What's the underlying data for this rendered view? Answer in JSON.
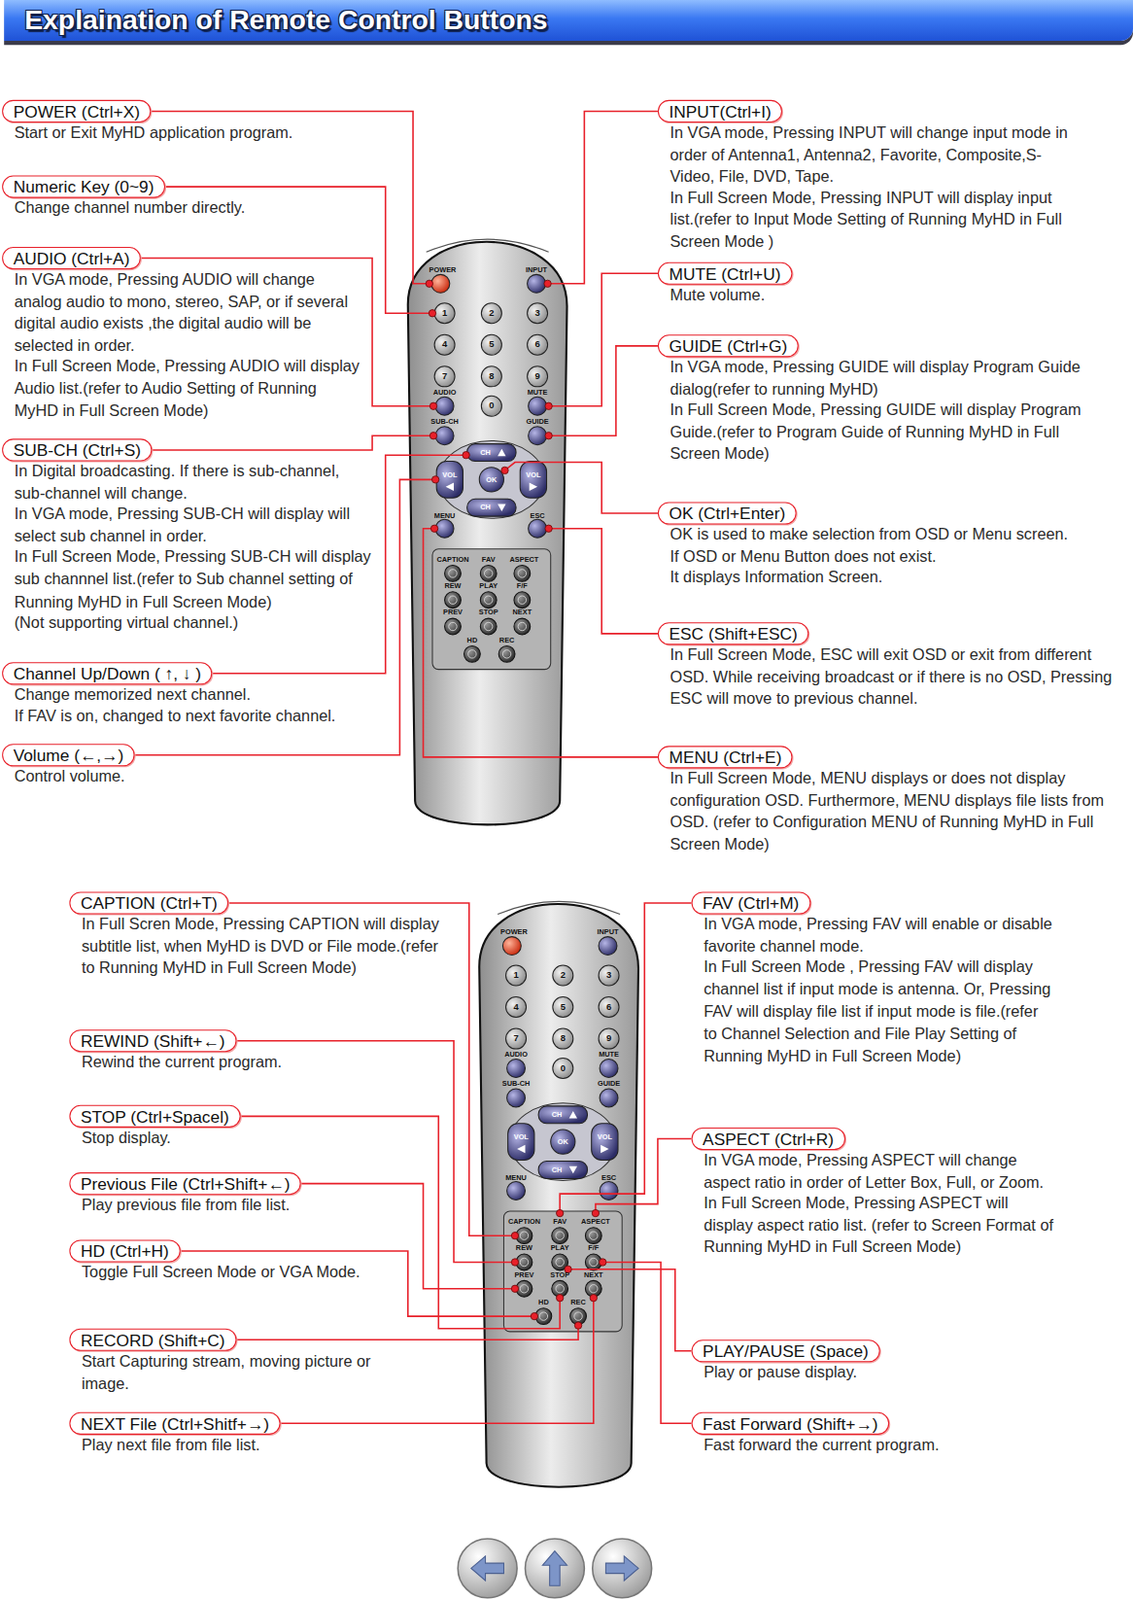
{
  "diagram": {
    "title": "Explaination of Remote Control Buttons",
    "nodes": [
      {
        "text": [
          "POWER (Ctrl+X)",
          "Start or Exit MyHD application program."
        ]
      },
      {
        "text": [
          "Numeric Key (0~9)",
          "Change channel number directly."
        ]
      },
      {
        "text": [
          "AUDIO (Ctrl+A)",
          "In VGA mode, Pressing AUDIO will change analog audio to mono, stereo, SAP, or if several digital audio exists ,the digital audio will be selected in order.",
          "In Full Screen Mode, Pressing AUDIO will display Audio list.(refer to Audio Setting of Running MyHD in Full Screen Mode)"
        ]
      },
      {
        "text": [
          "SUB-CH (Ctrl+S)",
          "In Digital broadcasting. If there is sub-channel, sub-channel will change.",
          "In VGA mode, Pressing SUB-CH will display will select sub channel in order.",
          "In Full Screen Mode, Pressing SUB-CH will display sub channnel list.(refer to Sub channel setting of Running MyHD in Full Screen Mode)",
          "(Not supporting virtual channel.)"
        ]
      },
      {
        "text": [
          "Channel Up/Down ( ↑, ↓ )",
          "Change memorized next channel.",
          "If FAV is on, changed to next favorite channel."
        ]
      },
      {
        "text": [
          "Volume (←,→)",
          "Control volume."
        ]
      },
      {
        "text": [
          "INPUT(Ctrl+I)",
          "In VGA mode, Pressing INPUT will change input mode in order of Antenna1, Antenna2, Favorite, Composite,S-Video, File, DVD, Tape.",
          "In Full Screen Mode, Pressing INPUT will display input list.(refer to Input Mode Setting of Running MyHD in Full Screen Mode )"
        ]
      },
      {
        "text": [
          "MUTE (Ctrl+U)",
          "Mute volume."
        ]
      },
      {
        "text": [
          "GUIDE (Ctrl+G)",
          "In VGA mode, Pressing GUIDE will display Program Guide dialog(refer to running MyHD)",
          "In Full Screen Mode, Pressing GUIDE will display Program Guide.(refer to Program Guide of Running MyHD in Full Screen Mode)"
        ]
      },
      {
        "text": [
          "OK (Ctrl+Enter)",
          "OK is used to make selection from OSD or Menu screen. If OSD or Menu Button does not exist.",
          "It displays Information Screen."
        ]
      },
      {
        "text": [
          "ESC (Shift+ESC)",
          "In Full Screen Mode, ESC will exit OSD or exit from different OSD. While receiving broadcast or if there is no OSD, Pressing ESC will move to previous channel."
        ]
      },
      {
        "text": [
          "MENU (Ctrl+E)",
          "In Full Screen Mode, MENU displays or does not display configuration OSD. Furthermore, MENU displays file lists from OSD. (refer to Configuration MENU of Running MyHD in Full Screen Mode)"
        ]
      },
      {
        "text": [
          "CAPTION (Ctrl+T)",
          "In Full Scren Mode, Pressing CAPTION will display subtitle list, when MyHD is DVD or File mode.(refer to Running MyHD in Full Screen Mode)"
        ]
      },
      {
        "text": [
          "REWIND (Shift+←)",
          "Rewind the current program."
        ]
      },
      {
        "text": [
          "STOP (Ctrl+Spacel)",
          "Stop display."
        ]
      },
      {
        "text": [
          "Previous File (Ctrl+Shift+←)",
          "Play previous file from file list."
        ]
      },
      {
        "text": [
          "HD (Ctrl+H)",
          "Toggle Full Screen Mode or VGA Mode."
        ]
      },
      {
        "text": [
          "RECORD (Shift+C)",
          "Start Capturing stream, moving picture or image."
        ]
      },
      {
        "text": [
          "NEXT File (Ctrl+Shitf+→)",
          "Play next file from file list."
        ]
      },
      {
        "text": [
          "FAV (Ctrl+M)",
          "In VGA mode, Pressing FAV will enable or disable favorite channel mode.",
          "In Full Screen Mode , Pressing FAV will display channel list if input mode is antenna. Or, Pressing FAV will display file list if input mode is file.(refer to Channel Selection and File Play Setting of Running MyHD in Full Screen Mode)"
        ]
      },
      {
        "text": [
          "ASPECT (Ctrl+R)",
          "In VGA mode, Pressing ASPECT will change aspect ratio in order of Letter Box, Full, or Zoom.",
          "In Full Screen Mode, Pressing ASPECT will display aspect ratio list. (refer to Screen Format of Running MyHD in Full Screen Mode)"
        ]
      },
      {
        "text": [
          "PLAY/PAUSE (Space)",
          "Play or pause display."
        ]
      },
      {
        "text": [
          "Fast Forward (Shift+→)",
          "Fast forward the current program."
        ]
      }
    ],
    "labels": [
      "POWER",
      "INPUT",
      "1",
      "2",
      "3",
      "4",
      "5",
      "6",
      "7",
      "8",
      "9",
      "AUDIO",
      "0",
      "MUTE",
      "SUB-CH",
      "GUIDE",
      "CH",
      "VOL",
      "OK",
      "VOL",
      "CH",
      "MENU",
      "ESC",
      "CAPTION",
      "FAV",
      "ASPECT",
      "REW",
      "PLAY",
      "F/F",
      "PREV",
      "STOP",
      "NEXT",
      "HD",
      "REC",
      "POWER",
      "INPUT",
      "1",
      "2",
      "3",
      "4",
      "5",
      "6",
      "7",
      "8",
      "9",
      "AUDIO",
      "0",
      "MUTE",
      "SUB-CH",
      "GUIDE",
      "CH",
      "VOL",
      "OK",
      "VOL",
      "CH",
      "MENU",
      "ESC",
      "CAPTION",
      "FAV",
      "ASPECT",
      "REW",
      "PLAY",
      "F/F",
      "PREV",
      "STOP",
      "NEXT",
      "HD",
      "REC"
    ]
  }
}
